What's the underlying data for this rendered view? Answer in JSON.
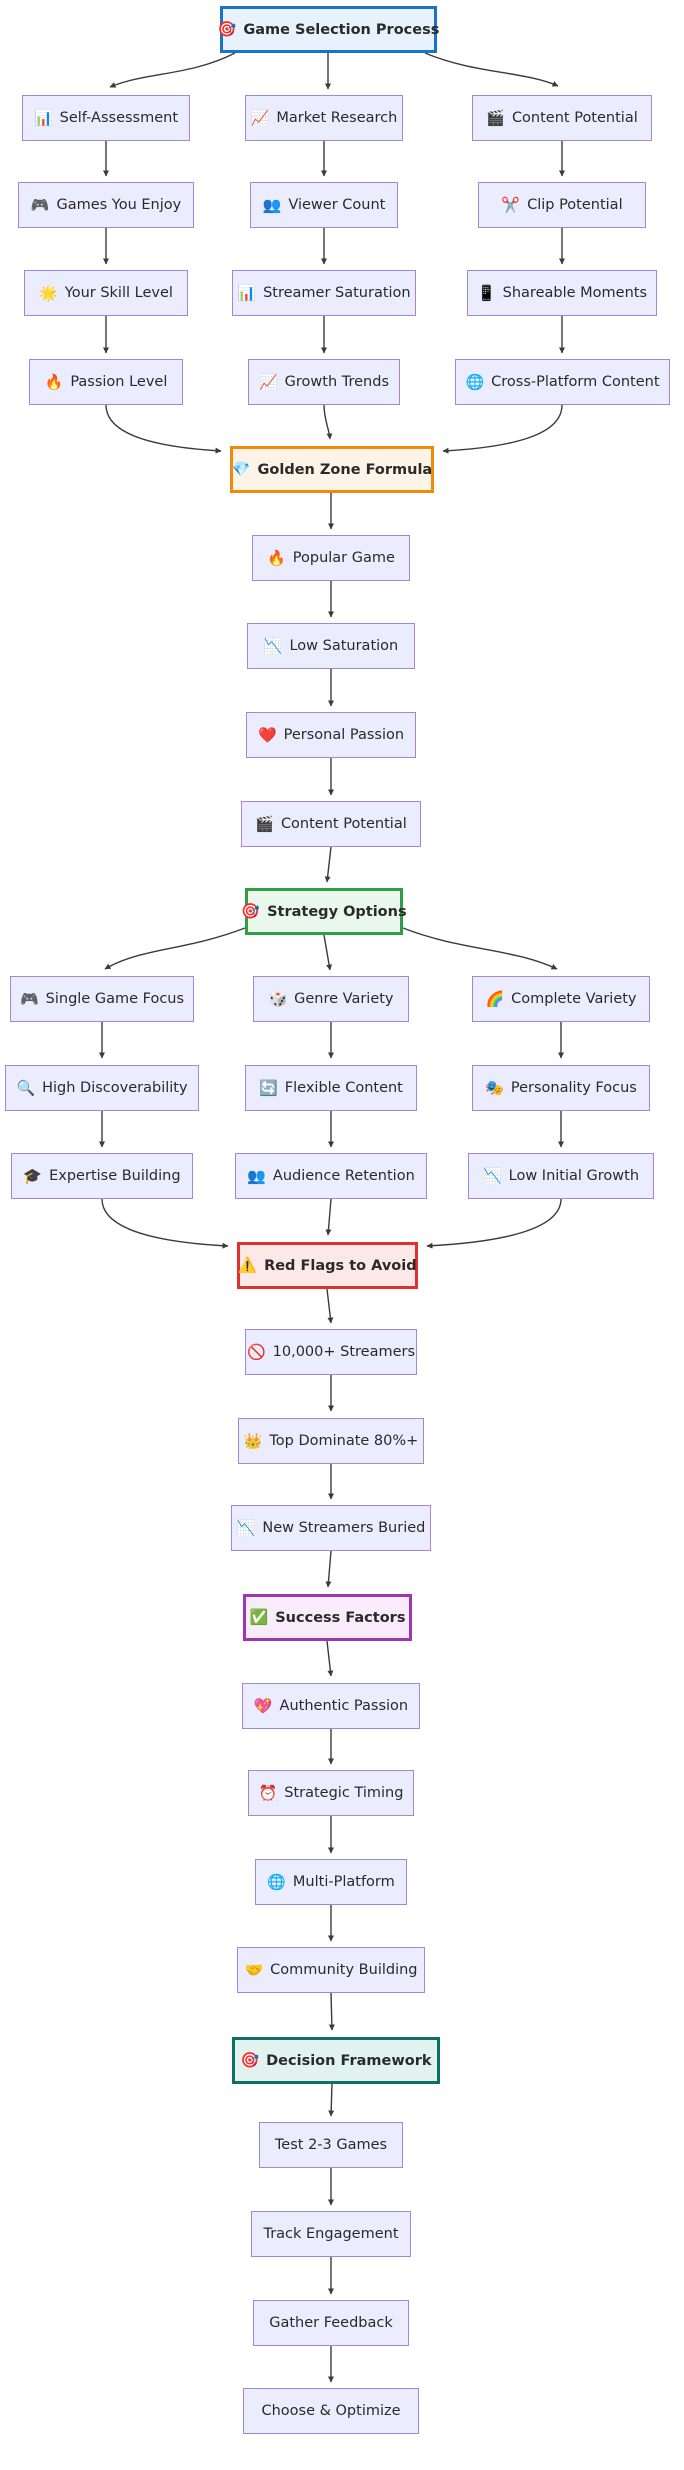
{
  "diagram": {
    "title": "Game Selection Process flowchart",
    "type": "flowchart-top-down",
    "palette": {
      "node_fill": "#ECECFF",
      "node_border": "#9f87db",
      "process_border": "#1a73ca",
      "process_fill": "#e7f2fc",
      "golden_border": "#ef8b09",
      "golden_fill": "#fdf3e7",
      "strategy_border": "#2f9e44",
      "strategy_fill": "#eaf7ec",
      "redflag_border": "#e03131",
      "redflag_fill": "#fde8e8",
      "success_border": "#9c36b5",
      "success_fill": "#f8ebfa",
      "decision_border": "#0e7066",
      "decision_fill": "#e2f3ef",
      "edge_color": "#3b3b3b",
      "text_color": "#2a2a2a"
    }
  },
  "nodes": {
    "root": {
      "icon": "🎯",
      "label": "Game Selection Process"
    },
    "selfAssessment": {
      "icon": "📊",
      "label": "Self-Assessment"
    },
    "marketResearch": {
      "icon": "📈",
      "label": "Market Research"
    },
    "contentPotential1": {
      "icon": "🎬",
      "label": "Content Potential"
    },
    "gamesYouEnjoy": {
      "icon": "🎮",
      "label": "Games You Enjoy"
    },
    "viewerCount": {
      "icon": "👥",
      "label": "Viewer Count"
    },
    "clipPotential": {
      "icon": "✂️",
      "label": "Clip Potential"
    },
    "skillLevel": {
      "icon": "🌟",
      "label": "Your Skill Level"
    },
    "streamerSaturation": {
      "icon": "📊",
      "label": "Streamer Saturation"
    },
    "shareableMoments": {
      "icon": "📱",
      "label": "Shareable Moments"
    },
    "passionLevel": {
      "icon": "🔥",
      "label": "Passion Level"
    },
    "growthTrends": {
      "icon": "📈",
      "label": "Growth Trends"
    },
    "crossPlatform": {
      "icon": "🌐",
      "label": "Cross-Platform Content"
    },
    "goldenZone": {
      "icon": "💎",
      "label": "Golden Zone Formula"
    },
    "popularGame": {
      "icon": "🔥",
      "label": "Popular Game"
    },
    "lowSaturation": {
      "icon": "📉",
      "label": "Low Saturation"
    },
    "personalPassion": {
      "icon": "❤️",
      "label": "Personal Passion"
    },
    "contentPotential2": {
      "icon": "🎬",
      "label": "Content Potential"
    },
    "strategyOptions": {
      "icon": "🎯",
      "label": "Strategy Options"
    },
    "singleGameFocus": {
      "icon": "🎮",
      "label": "Single Game Focus"
    },
    "genreVariety": {
      "icon": "🎲",
      "label": "Genre Variety"
    },
    "completeVariety": {
      "icon": "🌈",
      "label": "Complete Variety"
    },
    "highDiscoverability": {
      "icon": "🔍",
      "label": "High Discoverability"
    },
    "flexibleContent": {
      "icon": "🔄",
      "label": "Flexible Content"
    },
    "personalityFocus": {
      "icon": "🎭",
      "label": "Personality Focus"
    },
    "expertiseBuilding": {
      "icon": "🎓",
      "label": "Expertise Building"
    },
    "audienceRetention": {
      "icon": "👥",
      "label": "Audience Retention"
    },
    "lowInitialGrowth": {
      "icon": "📉",
      "label": "Low Initial Growth"
    },
    "redFlags": {
      "icon": "⚠️",
      "label": "Red Flags to Avoid"
    },
    "streamers10k": {
      "icon": "🚫",
      "label": "10,000+ Streamers"
    },
    "topDominate": {
      "icon": "👑",
      "label": "Top Dominate 80%+"
    },
    "newStreamersBuried": {
      "icon": "📉",
      "label": "New Streamers Buried"
    },
    "successFactors": {
      "icon": "✅",
      "label": "Success Factors"
    },
    "authenticPassion": {
      "icon": "💖",
      "label": "Authentic Passion"
    },
    "strategicTiming": {
      "icon": "⏰",
      "label": "Strategic Timing"
    },
    "multiPlatform": {
      "icon": "🌐",
      "label": "Multi-Platform"
    },
    "communityBuilding": {
      "icon": "🤝",
      "label": "Community Building"
    },
    "decisionFramework": {
      "icon": "🎯",
      "label": "Decision Framework"
    },
    "testGames": {
      "icon": "",
      "label": "Test 2-3 Games"
    },
    "trackEngagement": {
      "icon": "",
      "label": "Track Engagement"
    },
    "gatherFeedback": {
      "icon": "",
      "label": "Gather Feedback"
    },
    "chooseOptimize": {
      "icon": "",
      "label": "Choose & Optimize"
    }
  }
}
